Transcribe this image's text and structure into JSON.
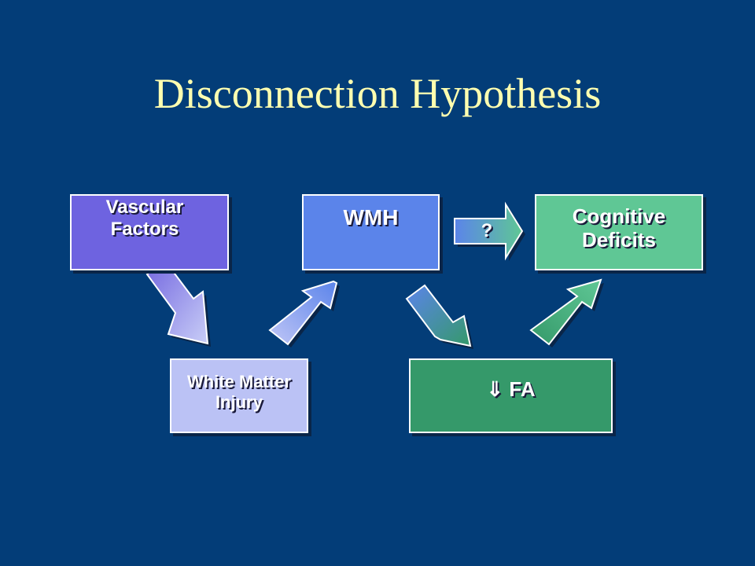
{
  "slide": {
    "title": "Disconnection Hypothesis"
  },
  "diagram": {
    "nodes": {
      "vascular_factors": "Vascular\nFactors",
      "wmh": "WMH",
      "cognitive_deficits": "Cognitive\nDeficits",
      "white_matter_injury": "White Matter\nInjury",
      "fa": "⇓ FA"
    },
    "question_edge_label": "?",
    "edges": [
      {
        "from": "vascular_factors",
        "to": "white_matter_injury"
      },
      {
        "from": "white_matter_injury",
        "to": "wmh"
      },
      {
        "from": "wmh",
        "to": "cognitive_deficits",
        "label": "?"
      },
      {
        "from": "wmh",
        "to": "fa"
      },
      {
        "from": "fa",
        "to": "cognitive_deficits"
      }
    ],
    "colors": {
      "background": "#033D78",
      "title": "#FFFFB0",
      "vascular_factors": "#6E63E0",
      "wmh": "#5B84EA",
      "cognitive_deficits": "#5FC795",
      "white_matter_injury": "#BBC2F5",
      "fa": "#35996A"
    }
  }
}
